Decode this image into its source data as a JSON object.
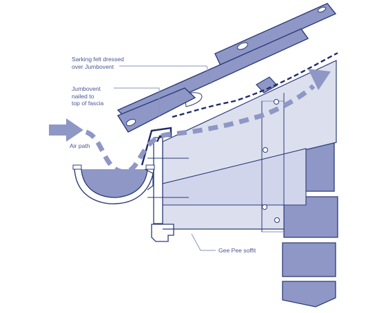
{
  "labels": {
    "sarking_line1": "Sarking felt dressed",
    "sarking_line2": "over Jumbovent",
    "jumbovent_line1": "Jumbovent",
    "jumbovent_line2": "nailed to",
    "jumbovent_line3": "top of fascia",
    "air_path": "Air path",
    "soffit": "Gee Pee soffit"
  },
  "colors": {
    "navy": "#2c3a78",
    "tile_fill": "#8e97c5",
    "panel_fill": "#dcdfee",
    "rafter_fill": "#c7cce6",
    "brick_fill": "#8e97c5",
    "arrow_fill": "#8e97c5",
    "label_text": "#4a5590",
    "leader": "#8a92c0"
  }
}
